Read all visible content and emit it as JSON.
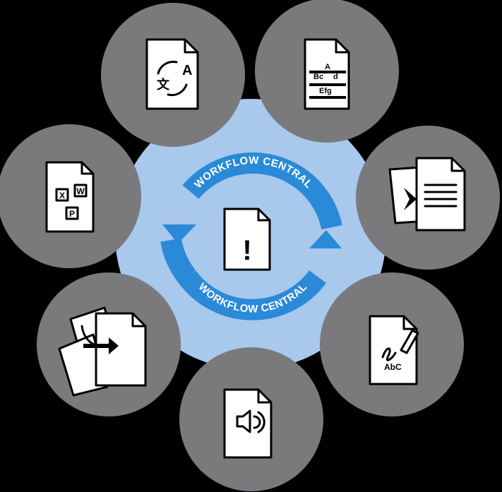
{
  "center": {
    "ring_label_top": "WORKFLOW CENTRAL",
    "ring_label_bottom": "WORKFLOW CENTRAL",
    "alert_symbol": "!"
  },
  "nodes": [
    {
      "id": "translate",
      "icon": "translate-document-icon",
      "glyphs": [
        "A",
        "文"
      ]
    },
    {
      "id": "text-format",
      "icon": "formatted-text-document-icon",
      "glyphs": [
        "A",
        "Bc",
        "d",
        "Efg"
      ]
    },
    {
      "id": "compare",
      "icon": "compare-documents-icon",
      "glyphs": []
    },
    {
      "id": "signature",
      "icon": "signature-document-icon",
      "glyphs": [
        "AbC"
      ]
    },
    {
      "id": "audio",
      "icon": "audio-document-icon",
      "glyphs": []
    },
    {
      "id": "merge",
      "icon": "merge-documents-icon",
      "glyphs": []
    },
    {
      "id": "office",
      "icon": "office-documents-icon",
      "glyphs": [
        "X",
        "W",
        "P"
      ]
    }
  ],
  "colors": {
    "background": "#000000",
    "node_fill": "#7a7a7d",
    "hub_fill": "#a8c8ec",
    "ring": "#2a8ad8",
    "alert": "#e8202a"
  }
}
